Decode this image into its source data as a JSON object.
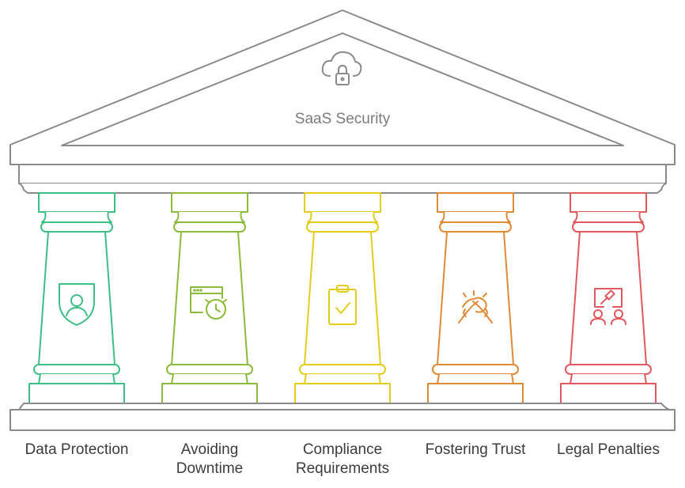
{
  "title": "SaaS Security",
  "roof_icon": "cloud-lock-icon",
  "stroke_color": "#8a8a8a",
  "pillars": [
    {
      "label_lines": [
        "Data Protection"
      ],
      "color": "#3fbe85",
      "icon": "shield-user-icon"
    },
    {
      "label_lines": [
        "Avoiding",
        "Downtime"
      ],
      "color": "#8cba3b",
      "icon": "browser-clock-icon"
    },
    {
      "label_lines": [
        "Compliance",
        "Requirements"
      ],
      "color": "#e2cd1a",
      "icon": "clipboard-check-icon"
    },
    {
      "label_lines": [
        "Fostering Trust"
      ],
      "color": "#df8a34",
      "icon": "handshake-icon"
    },
    {
      "label_lines": [
        "Legal Penalties"
      ],
      "color": "#df5a5f",
      "icon": "gavel-people-icon"
    }
  ]
}
